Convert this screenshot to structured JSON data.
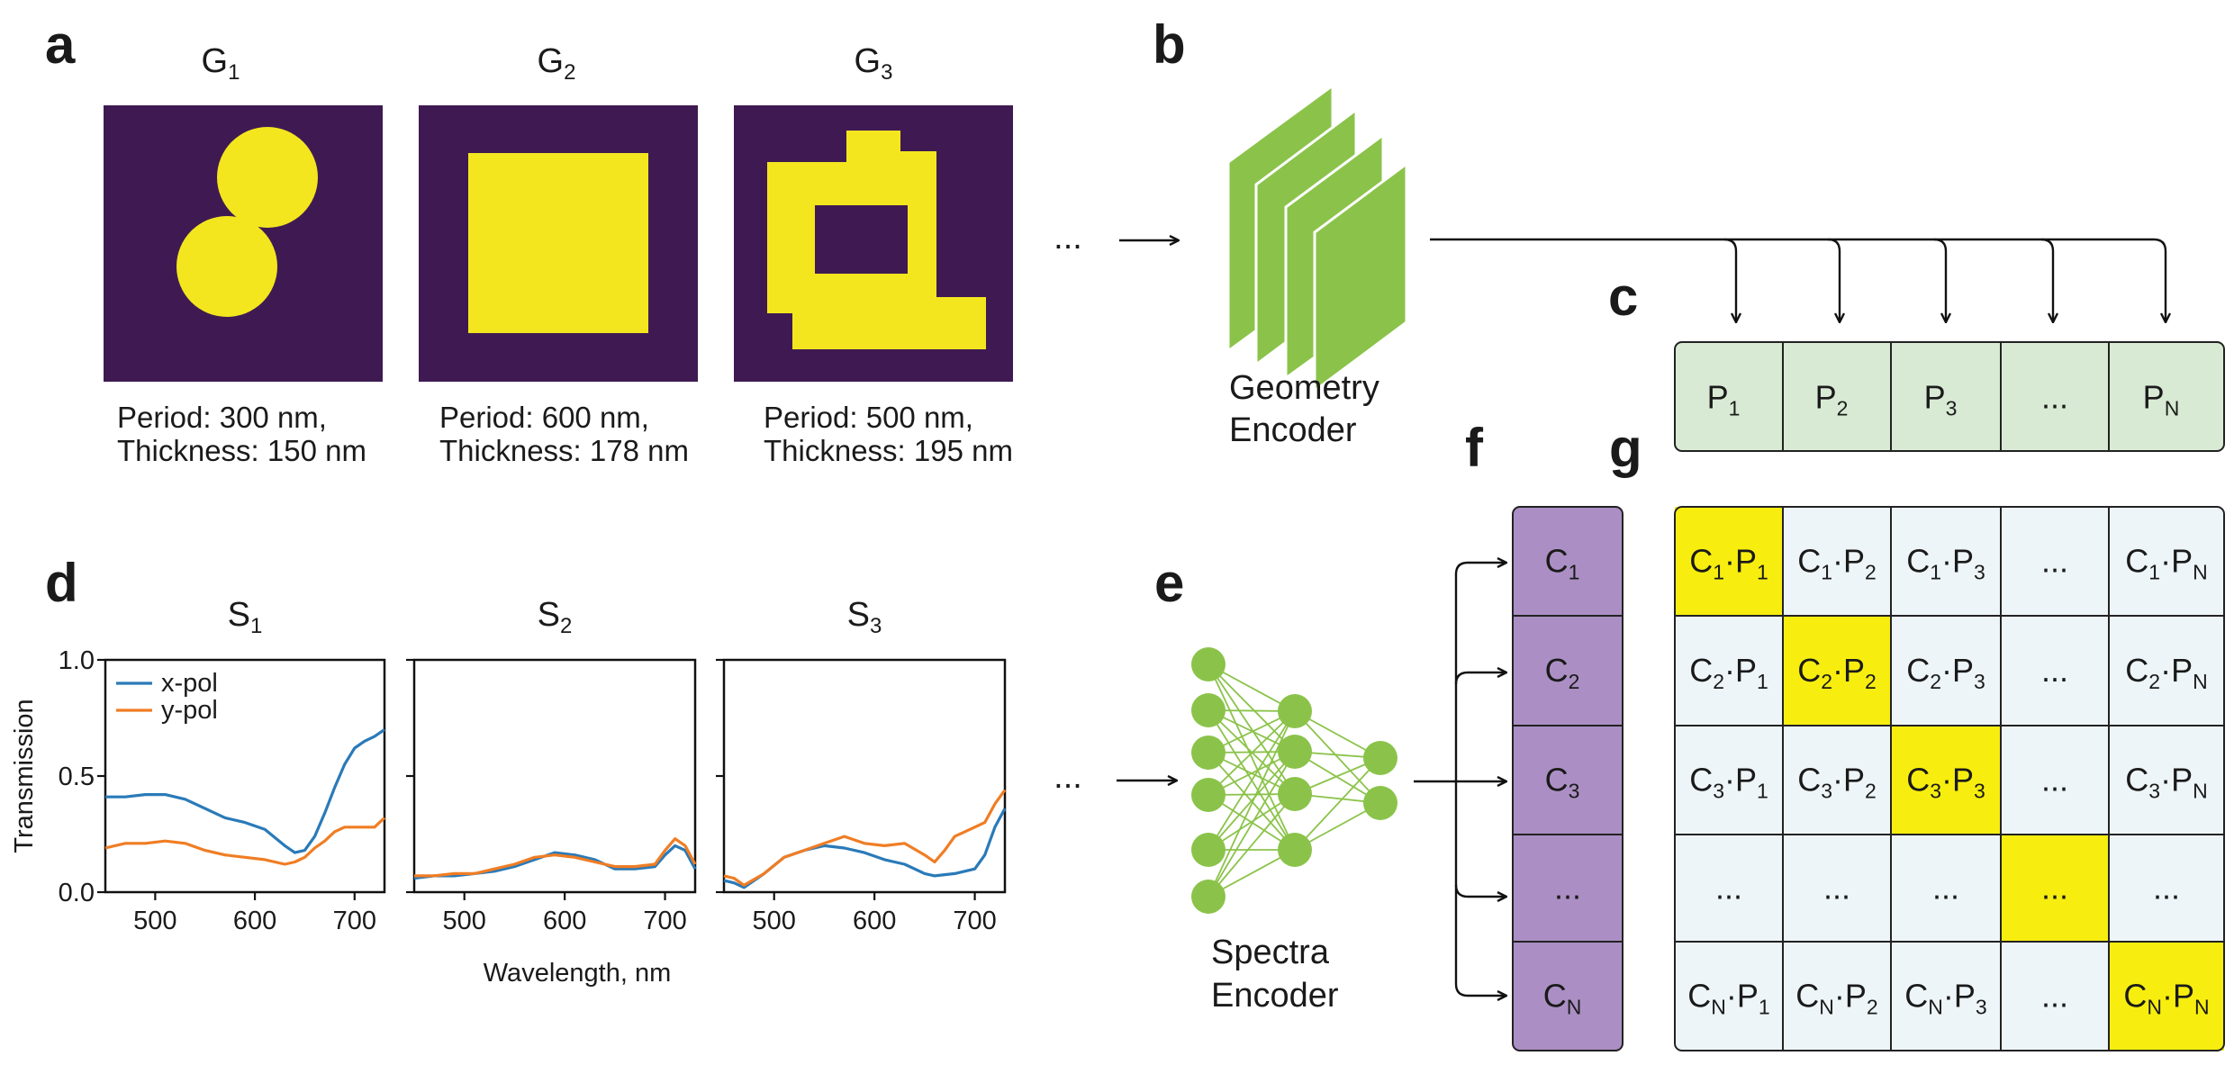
{
  "panels": {
    "a": "a",
    "b": "b",
    "c": "c",
    "d": "d",
    "e": "e",
    "f": "f",
    "g": "g"
  },
  "colors": {
    "geom_background": "#3f1a52",
    "geom_shape": "#f3e61f",
    "encoder_green": "#8bc34a",
    "p_row_fill": "#d8ead4",
    "c_col_fill": "#ab8fc4",
    "matrix_fill": "#eef5f8",
    "matrix_diag": "#f7ee10",
    "x_pol": "#2a7ab8",
    "y_pol": "#f07d24"
  },
  "geometries": [
    {
      "name": "G",
      "sub": "1",
      "period": "Period: 300 nm,",
      "thickness": "Thickness: 150 nm"
    },
    {
      "name": "G",
      "sub": "2",
      "period": "Period: 600 nm,",
      "thickness": "Thickness: 178 nm"
    },
    {
      "name": "G",
      "sub": "3",
      "period": "Period: 500 nm,",
      "thickness": "Thickness: 195 nm"
    }
  ],
  "ellipsis": "...",
  "geometry_encoder": {
    "line1": "Geometry",
    "line2": "Encoder"
  },
  "spectra_encoder": {
    "line1": "Spectra",
    "line2": "Encoder"
  },
  "p_row": [
    {
      "main": "P",
      "sub": "1"
    },
    {
      "main": "P",
      "sub": "2"
    },
    {
      "main": "P",
      "sub": "3"
    },
    {
      "main": "...",
      "sub": ""
    },
    {
      "main": "P",
      "sub": "N"
    }
  ],
  "c_col": [
    {
      "main": "C",
      "sub": "1"
    },
    {
      "main": "C",
      "sub": "2"
    },
    {
      "main": "C",
      "sub": "3"
    },
    {
      "main": "...",
      "sub": ""
    },
    {
      "main": "C",
      "sub": "N"
    }
  ],
  "matrix_row_subs": [
    "1",
    "2",
    "3",
    "",
    "N"
  ],
  "matrix_col_subs": [
    "1",
    "2",
    "3",
    "",
    "N"
  ],
  "matrix_symbols": {
    "c": "C",
    "p": "P",
    "dot": "·",
    "ellipsis": "..."
  },
  "spectra_titles": [
    {
      "name": "S",
      "sub": "1"
    },
    {
      "name": "S",
      "sub": "2"
    },
    {
      "name": "S",
      "sub": "3"
    }
  ],
  "chart_data": {
    "type": "line",
    "ylabel": "Transmission",
    "xlabel": "Wavelength, nm",
    "xlim": [
      450,
      730
    ],
    "ylim": [
      0.0,
      1.0
    ],
    "yticks": [
      0.0,
      0.5,
      1.0
    ],
    "ytick_labels": [
      "0.0",
      "0.5",
      "1.0"
    ],
    "xticks": [
      500,
      600,
      700
    ],
    "xtick_labels": [
      "500",
      "600",
      "700"
    ],
    "legend": {
      "placement": "top-left",
      "entries": [
        "x-pol",
        "y-pol"
      ]
    },
    "panels": [
      {
        "title": "S1",
        "series": [
          {
            "name": "x-pol",
            "x": [
              450,
              470,
              490,
              510,
              530,
              550,
              570,
              590,
              610,
              630,
              640,
              650,
              660,
              670,
              680,
              690,
              700,
              710,
              720,
              730
            ],
            "y": [
              0.41,
              0.41,
              0.42,
              0.42,
              0.4,
              0.36,
              0.32,
              0.3,
              0.27,
              0.2,
              0.17,
              0.18,
              0.24,
              0.34,
              0.45,
              0.55,
              0.62,
              0.65,
              0.67,
              0.7
            ]
          },
          {
            "name": "y-pol",
            "x": [
              450,
              470,
              490,
              510,
              530,
              550,
              570,
              590,
              610,
              630,
              640,
              650,
              660,
              670,
              680,
              690,
              700,
              710,
              720,
              730
            ],
            "y": [
              0.19,
              0.21,
              0.21,
              0.22,
              0.21,
              0.18,
              0.16,
              0.15,
              0.14,
              0.12,
              0.13,
              0.15,
              0.19,
              0.22,
              0.26,
              0.28,
              0.28,
              0.28,
              0.28,
              0.32
            ]
          }
        ]
      },
      {
        "title": "S2",
        "series": [
          {
            "name": "x-pol",
            "x": [
              450,
              470,
              490,
              510,
              530,
              550,
              570,
              590,
              610,
              630,
              650,
              670,
              690,
              700,
              710,
              720,
              730
            ],
            "y": [
              0.06,
              0.07,
              0.07,
              0.08,
              0.09,
              0.11,
              0.14,
              0.17,
              0.16,
              0.14,
              0.1,
              0.1,
              0.11,
              0.16,
              0.2,
              0.18,
              0.1
            ]
          },
          {
            "name": "y-pol",
            "x": [
              450,
              470,
              490,
              510,
              530,
              550,
              570,
              590,
              610,
              630,
              650,
              670,
              690,
              700,
              710,
              720,
              730
            ],
            "y": [
              0.07,
              0.07,
              0.08,
              0.08,
              0.1,
              0.12,
              0.15,
              0.16,
              0.15,
              0.13,
              0.11,
              0.11,
              0.12,
              0.18,
              0.23,
              0.2,
              0.12
            ]
          }
        ]
      },
      {
        "title": "S3",
        "series": [
          {
            "name": "x-pol",
            "x": [
              450,
              460,
              470,
              490,
              510,
              530,
              550,
              570,
              590,
              610,
              630,
              650,
              660,
              680,
              700,
              710,
              720,
              730
            ],
            "y": [
              0.05,
              0.04,
              0.02,
              0.08,
              0.15,
              0.18,
              0.2,
              0.19,
              0.17,
              0.14,
              0.12,
              0.08,
              0.07,
              0.08,
              0.1,
              0.16,
              0.28,
              0.36
            ]
          },
          {
            "name": "y-pol",
            "x": [
              450,
              460,
              470,
              490,
              510,
              530,
              550,
              570,
              590,
              610,
              630,
              650,
              660,
              670,
              680,
              700,
              710,
              720,
              730
            ],
            "y": [
              0.07,
              0.06,
              0.03,
              0.08,
              0.15,
              0.18,
              0.21,
              0.24,
              0.21,
              0.2,
              0.21,
              0.16,
              0.13,
              0.18,
              0.24,
              0.28,
              0.3,
              0.38,
              0.44
            ]
          }
        ]
      }
    ]
  }
}
